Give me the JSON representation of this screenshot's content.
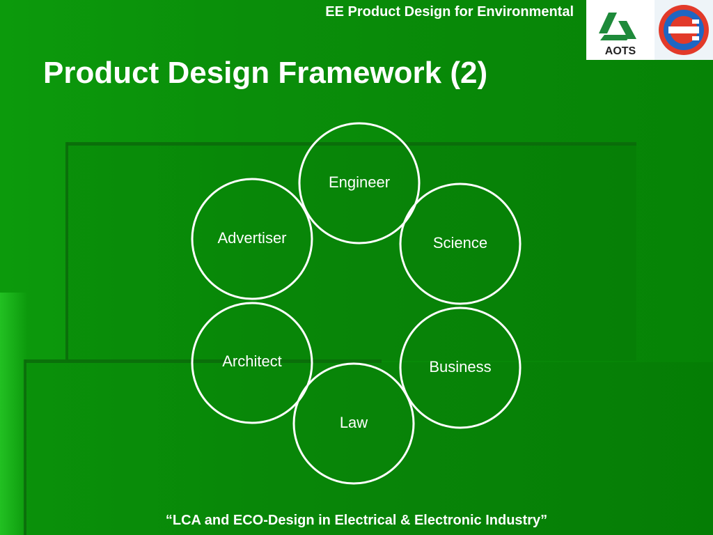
{
  "header": {
    "course_title": "EE Product Design for Environmental",
    "logo_aots_text": "AOTS"
  },
  "page_title": "Product Design Framework (2)",
  "diagram": {
    "nodes": [
      {
        "label": "Engineer"
      },
      {
        "label": "Science"
      },
      {
        "label": "Business"
      },
      {
        "label": "Law"
      },
      {
        "label": "Architect"
      },
      {
        "label": "Advertiser"
      }
    ]
  },
  "footer": {
    "caption": "“LCA and ECO-Design in Electrical & Electronic Industry”"
  },
  "colors": {
    "background": "#0a8e0a",
    "circle_stroke": "#ffffff",
    "text": "#ffffff",
    "aots_green": "#1e8a3a",
    "ee_red": "#e23a2a",
    "ee_blue": "#1f66c2"
  }
}
